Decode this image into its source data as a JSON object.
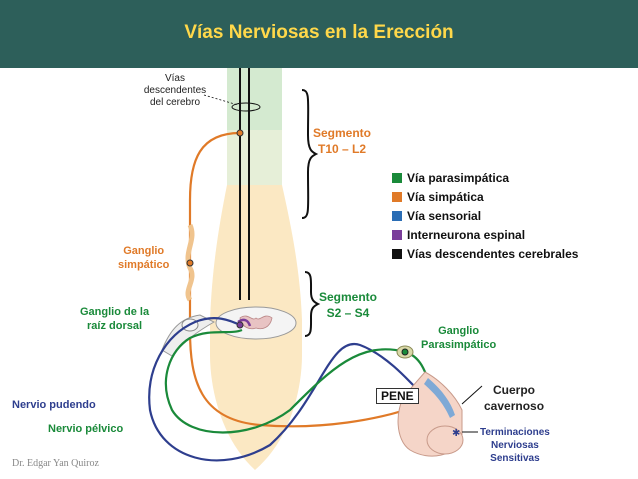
{
  "title": "Vías Nerviosas en la Erección",
  "labels": {
    "descending_paths": [
      "Vías",
      "descendentes",
      "del cerebro"
    ],
    "segment_upper": [
      "Segmento",
      "T10 – L2"
    ],
    "segment_lower": [
      "Segmento",
      "S2 – S4"
    ],
    "sympathetic_ganglion": [
      "Ganglio",
      "simpático"
    ],
    "dorsal_root_ganglion": [
      "Ganglio de la",
      "raíz dorsal"
    ],
    "parasympathetic_ganglion": [
      "Ganglio",
      "Parasimpático"
    ],
    "pudendal_nerve": "Nervio pudendo",
    "pelvic_nerve": "Nervio pélvico",
    "penis": "PENE",
    "cavernous_body": [
      "Cuerpo",
      "cavernoso"
    ],
    "sensory_endings": [
      "Terminaciones",
      "Nerviosas",
      "Sensitivas"
    ]
  },
  "legend": [
    {
      "label": "Vía parasimpática",
      "color": "#1a8a3a"
    },
    {
      "label": "Vía simpática",
      "color": "#e07a28"
    },
    {
      "label": "Vía sensorial",
      "color": "#2a6db5"
    },
    {
      "label": "Interneurona espinal",
      "color": "#7a3d9a"
    },
    {
      "label": "Vías descendentes cerebrales",
      "color": "#111111"
    }
  ],
  "credit": "Dr. Edgar Yan Quiroz"
}
